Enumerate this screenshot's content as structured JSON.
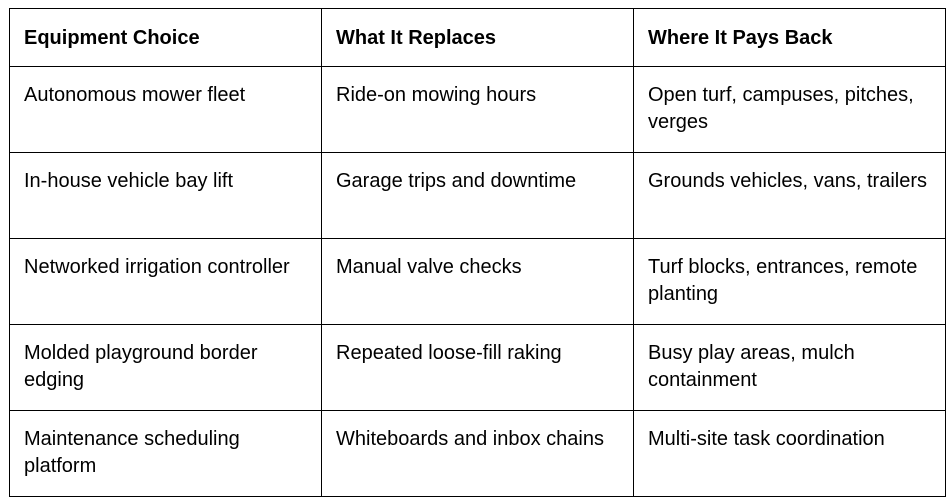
{
  "table": {
    "headers": [
      "Equipment Choice",
      "What It Replaces",
      "Where It Pays Back"
    ],
    "rows": [
      [
        "Autonomous mower fleet",
        "Ride-on mowing hours",
        "Open turf, campuses, pitches, verges"
      ],
      [
        "In-house vehicle bay lift",
        "Garage trips and downtime",
        "Grounds vehicles, vans, trailers"
      ],
      [
        "Networked irrigation controller",
        "Manual valve checks",
        "Turf blocks, entrances, remote planting"
      ],
      [
        "Molded playground border edging",
        "Repeated loose-fill raking",
        "Busy play areas, mulch containment"
      ],
      [
        "Maintenance scheduling platform",
        "Whiteboards and inbox chains",
        "Multi-site task coordination"
      ]
    ]
  }
}
